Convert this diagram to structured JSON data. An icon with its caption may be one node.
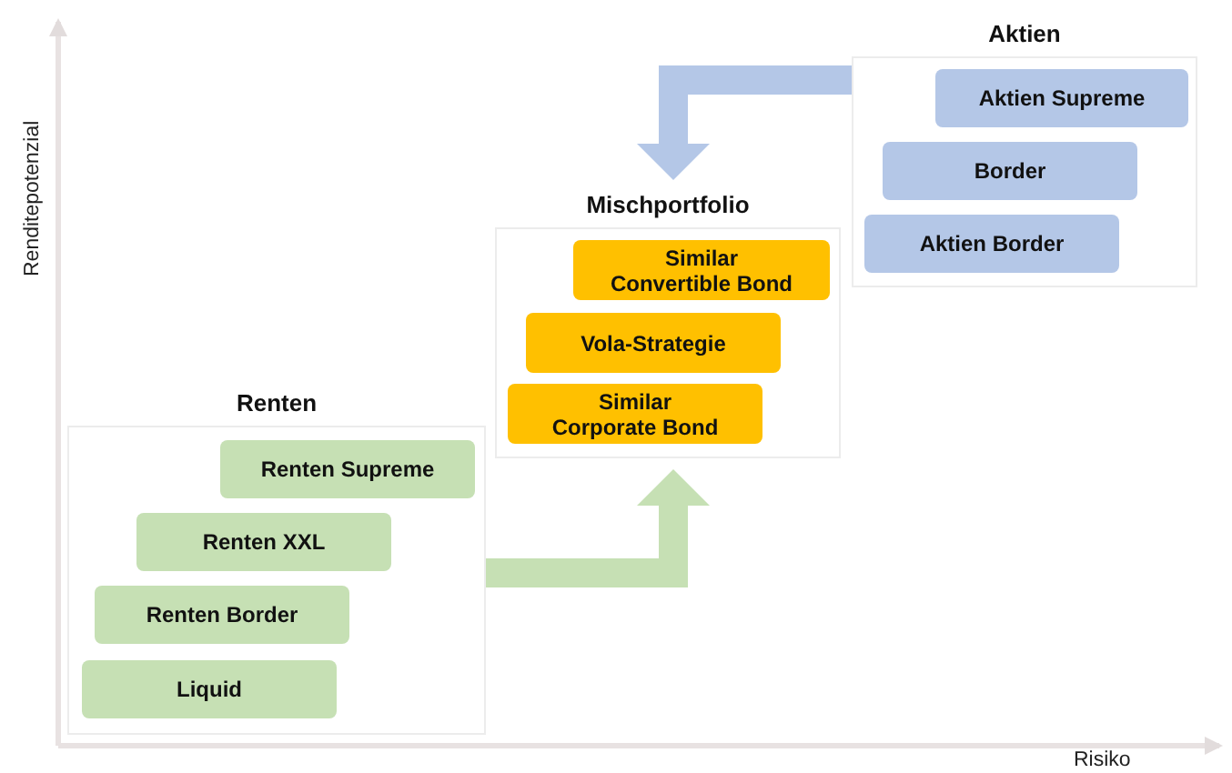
{
  "diagram": {
    "nodes": [
      {
        "text": [
          "Renten"
        ]
      },
      {
        "text": [
          "Renten Supreme"
        ],
        "in": 0
      },
      {
        "text": [
          "Renten XXL"
        ],
        "in": 0
      },
      {
        "text": [
          "Renten Border"
        ],
        "in": 0
      },
      {
        "text": [
          "Liquid"
        ],
        "in": 0
      },
      {
        "text": [
          "Mischportfolio"
        ]
      },
      {
        "text": [
          "Similar Convertible Bond"
        ],
        "in": 5
      },
      {
        "text": [
          "Vola-Strategie"
        ],
        "in": 5
      },
      {
        "text": [
          "Similar Corporate Bond"
        ],
        "in": 5
      },
      {
        "text": [
          "Aktien"
        ]
      },
      {
        "text": [
          "Aktien Supreme"
        ],
        "in": 9
      },
      {
        "text": [
          "Border"
        ],
        "in": 9
      },
      {
        "text": [
          "Aktien Border"
        ],
        "in": 9
      }
    ],
    "edges": [
      {
        "from": 0,
        "to": 5,
        "arrow": "to",
        "color": "#c6e0b4"
      },
      {
        "from": 9,
        "to": 5,
        "arrow": "to",
        "color": "#b4c7e7"
      }
    ],
    "labels": [
      "Renditepotenzial",
      "Risiko"
    ]
  }
}
